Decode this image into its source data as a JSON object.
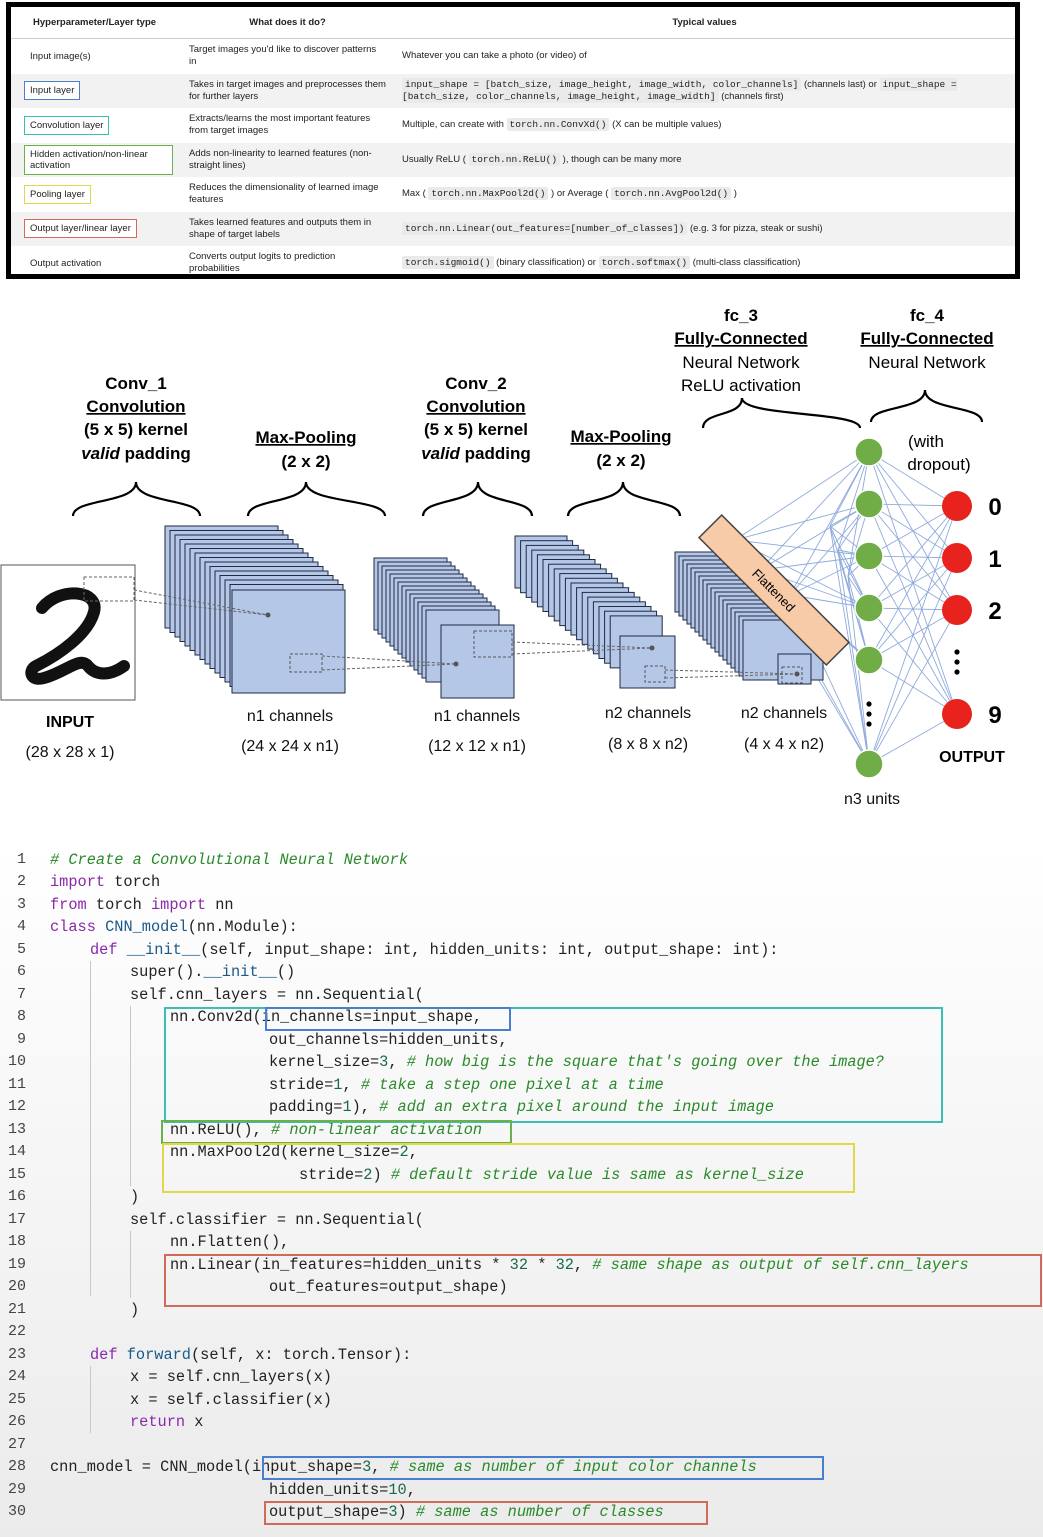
{
  "table": {
    "headers": [
      "Hyperparameter/Layer type",
      "What does it do?",
      "Typical values"
    ],
    "rows": [
      {
        "layer": "Input image(s)",
        "does": "Target images you'd like to discover patterns in",
        "values": "Whatever you can take a photo (or video) of"
      },
      {
        "layer": "Input layer",
        "does": "Takes in target images and preprocesses them for further layers",
        "values_code1": "input_shape = [batch_size, image_height, image_width, color_channels]",
        "values_text1": " (channels last) or ",
        "values_code2": "input_shape = [batch_size, color_channels, image_height, image_width]",
        "values_text2": " (channels first)"
      },
      {
        "layer": "Convolution layer",
        "does": "Extracts/learns the most important features from target images",
        "values_pre": "Multiple, can create with ",
        "values_code": "torch.nn.ConvXd()",
        "values_post": " (X can be multiple values)"
      },
      {
        "layer": "Hidden activation/non-linear activation",
        "does": "Adds non-linearity to learned features (non-straight lines)",
        "values_pre": "Usually ReLU ( ",
        "values_code": "torch.nn.ReLU()",
        "values_post": " ), though can be many more"
      },
      {
        "layer": "Pooling layer",
        "does": "Reduces the dimensionality of learned image features",
        "values_pre": "Max ( ",
        "values_code": "torch.nn.MaxPool2d()",
        "values_mid": " ) or Average ( ",
        "values_code2": "torch.nn.AvgPool2d()",
        "values_post": " )"
      },
      {
        "layer": "Output layer/linear layer",
        "does": "Takes learned features and outputs them in shape of target labels",
        "values_code": "torch.nn.Linear(out_features=[number_of_classes])",
        "values_post": " (e.g. 3 for pizza, steak or sushi)"
      },
      {
        "layer": "Output activation",
        "does": "Converts output logits to prediction probabilities",
        "values_code": "torch.sigmoid()",
        "values_mid": " (binary classification) or ",
        "values_code2": "torch.softmax()",
        "values_post": " (multi-class classification)"
      }
    ],
    "tag_colors": [
      "",
      "#4a7fd0",
      "#3bbfb0",
      "#6ab04c",
      "#e0d84a",
      "#d06a5a",
      ""
    ]
  },
  "diagram": {
    "conv1": {
      "name": "Conv_1",
      "type": "Convolution",
      "kernel": "(5 x 5) kernel",
      "pad_em": "valid",
      "pad": " padding"
    },
    "pool1": {
      "name": "Max-Pooling",
      "size": "(2 x 2)"
    },
    "conv2": {
      "name": "Conv_2",
      "type": "Convolution",
      "kernel": "(5 x 5) kernel",
      "pad_em": "valid",
      "pad": " padding"
    },
    "pool2": {
      "name": "Max-Pooling",
      "size": "(2 x 2)"
    },
    "fc3": {
      "name": "fc_3",
      "type": "Fully-Connected",
      "sub1": "Neural Network",
      "sub2": "ReLU activation"
    },
    "fc4": {
      "name": "fc_4",
      "type": "Fully-Connected",
      "sub1": "Neural Network",
      "note1": "(with",
      "note2": "dropout)"
    },
    "flattened": "Flattened",
    "stages": [
      {
        "label": "INPUT",
        "dims": "(28 x 28 x 1)"
      },
      {
        "label": "n1 channels",
        "dims": "(24 x 24 x n1)"
      },
      {
        "label": "n1 channels",
        "dims": "(12 x 12 x n1)"
      },
      {
        "label": "n2 channels",
        "dims": "(8 x 8 x n2)"
      },
      {
        "label": "n2 channels",
        "dims": "(4 x 4 x n2)"
      }
    ],
    "hidden_label": "n3 units",
    "outputs": [
      "0",
      "1",
      "2",
      "9"
    ],
    "output_label": "OUTPUT",
    "colors": {
      "feature": "#b4c7e7",
      "hidden": "#70ad47",
      "output": "#e8231e",
      "flatten": "#f8cba8",
      "edge": "#8faadc"
    }
  },
  "code": {
    "lines": [
      "1",
      "2",
      "3",
      "4",
      "5",
      "6",
      "7",
      "8",
      "9",
      "10",
      "11",
      "12",
      "13",
      "14",
      "15",
      "16",
      "17",
      "18",
      "19",
      "20",
      "21",
      "22",
      "23",
      "24",
      "25",
      "26",
      "27",
      "28",
      "29",
      "30"
    ],
    "l1": "# Create a Convolutional Neural Network",
    "l2a": "import",
    "l2b": " torch",
    "l3a": "from",
    "l3b": " torch ",
    "l3c": "import",
    "l3d": " nn",
    "l4a": "class",
    "l4b": " CNN_model",
    "l4c": "(nn.Module):",
    "l5a": "def",
    "l5b": " __init__",
    "l5c": "(self, input_shape: int, hidden_units: int, output_shape: int):",
    "l6a": "super().",
    "l6b": "__init__",
    "l6c": "()",
    "l7": "self.cnn_layers = nn.Sequential(",
    "l8": "nn.Conv2d(in_channels=input_shape,",
    "l9": "out_channels=hidden_units,",
    "l10a": "kernel_size=",
    "l10b": "3",
    "l10c": ", ",
    "l10d": "# how big is the square that's going over the image?",
    "l11a": "stride=",
    "l11b": "1",
    "l11c": ", ",
    "l11d": "# take a step one pixel at a time",
    "l12a": "padding=",
    "l12b": "1",
    "l12c": "), ",
    "l12d": "# add an extra pixel around the input image",
    "l13a": "nn.ReLU(), ",
    "l13b": "# non-linear activation",
    "l14a": "nn.MaxPool2d(kernel_size=",
    "l14b": "2",
    "l14c": ",",
    "l15a": "stride=",
    "l15b": "2",
    "l15c": ") ",
    "l15d": "# default stride value is same as kernel_size",
    "l16": ")",
    "l17": "self.classifier = nn.Sequential(",
    "l18": "nn.Flatten(),",
    "l19a": "nn.Linear(in_features=hidden_units * ",
    "l19b": "32",
    "l19c": " * ",
    "l19d": "32",
    "l19e": ", ",
    "l19f": "# same shape as output of self.cnn_layers",
    "l20": "out_features=output_shape)",
    "l21": ")",
    "l23a": "def",
    "l23b": " forward",
    "l23c": "(self, x: torch.Tensor):",
    "l24": "x = self.cnn_layers(x)",
    "l25": "x = self.classifier(x)",
    "l26a": "return",
    "l26b": " x",
    "l28a": "cnn_model = CNN_model(input_shape=",
    "l28b": "3",
    "l28c": ", ",
    "l28d": "# same as number of input color channels",
    "l29a": "hidden_units=",
    "l29b": "10",
    "l29c": ",",
    "l30a": "output_shape=",
    "l30b": "3",
    "l30c": ") ",
    "l30d": "# same as number of classes"
  }
}
